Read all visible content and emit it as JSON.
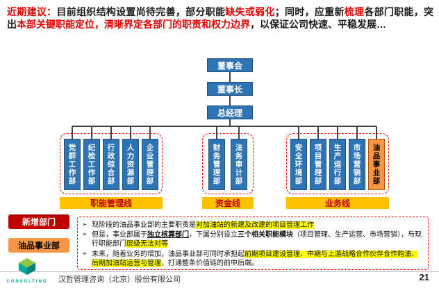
{
  "header": {
    "segments": [
      {
        "text": "近期建议：",
        "red": true
      },
      {
        "text": "目前组织结构设置尚待完善，部分职能",
        "red": false
      },
      {
        "text": "缺失或弱化",
        "red": true
      },
      {
        "text": "；同时，应重新",
        "red": false
      },
      {
        "text": "梳理",
        "red": true
      },
      {
        "text": "各部门职能，突出",
        "red": false
      },
      {
        "text": "本部关键职能定位，清晰界定各部门的职责和权力边界",
        "red": true
      },
      {
        "text": "，以保证公司快速、平稳发展…",
        "red": false
      }
    ]
  },
  "org": {
    "chain": [
      "董事会",
      "董事长",
      "总经理"
    ],
    "groups": [
      {
        "label": "职能管理线",
        "departments": [
          "党群工作部",
          "纪检工作部",
          "行政综合部",
          "人力资源部",
          "企业管理部"
        ]
      },
      {
        "label": "资金线",
        "departments": [
          "财务管理部",
          "法务审计部"
        ]
      },
      {
        "label": "业务线",
        "departments": [
          "安全环境部",
          "项目管理部",
          "生产运行部",
          "市场营销部",
          "油品事业部"
        ]
      }
    ],
    "highlight_department": "油品事业部",
    "colors": {
      "box_blue": "#2E74B5",
      "box_orange": "#F79646",
      "label_yellow": "#FFC000",
      "dashed_red": "#FF0000"
    }
  },
  "legend": {
    "new_dept": "新增部门",
    "oil_dept": "油品事业部"
  },
  "notes": {
    "bullet_glyph": "➢",
    "bullets": [
      {
        "segments": [
          {
            "text": "现阶段的油品事业部的主要职责是",
            "style": "normal"
          },
          {
            "text": "对加油站的新建及改建的项目管理工作",
            "style": "highlight"
          }
        ]
      },
      {
        "segments": [
          {
            "text": "但是，事业部属于",
            "style": "normal"
          },
          {
            "text": "独立核算部门",
            "style": "bold-underline"
          },
          {
            "text": "，下属分别设立",
            "style": "normal"
          },
          {
            "text": "三个相关职能模块",
            "style": "bold"
          },
          {
            "text": "（项目管理、生产运营、市场营销），与现行职能部门",
            "style": "normal"
          },
          {
            "text": "层级无法对等",
            "style": "highlight"
          }
        ]
      },
      {
        "segments": [
          {
            "text": "未来，随着业务的增加，油品事业部可同时承担起",
            "style": "normal"
          },
          {
            "text": "前期项目建设管理、中期与上游战略合作伙伴合作购油、后期加油站运营与管理",
            "style": "highlight"
          },
          {
            "text": "，打通整条价值链的前中后端。",
            "style": "normal"
          }
        ]
      }
    ]
  },
  "footer": {
    "logo_text": "CONSULTING",
    "company": "汉哲管理咨询（北京）股份有限公司",
    "page": "21"
  }
}
